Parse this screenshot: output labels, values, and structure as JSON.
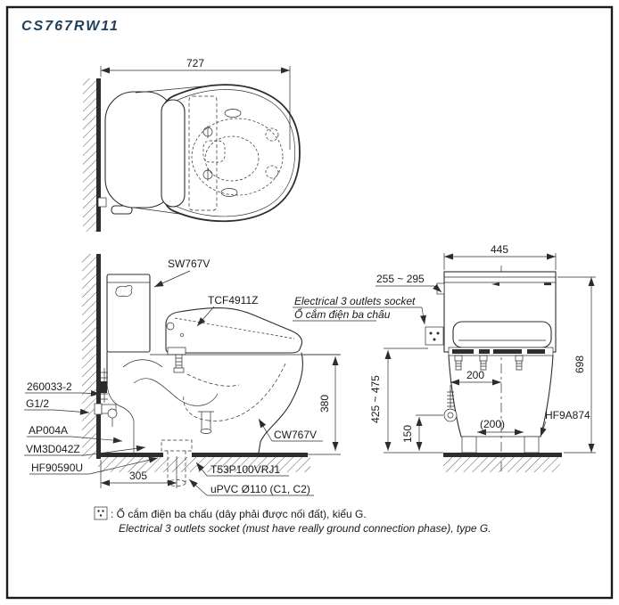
{
  "title": "CS767RW11",
  "colors": {
    "line": "#2d2d2d",
    "text": "#1a1a1a",
    "title": "#20405c",
    "background": "#ffffff"
  },
  "top_view": {
    "width_dim": "727"
  },
  "side_view": {
    "tank_label": "SW767V",
    "washlet_label": "TCF4911Z",
    "bowl_label": "CW767V",
    "supply_hose_label": "260033-2",
    "thread_label": "G1/2",
    "valve_label": "AP004A",
    "fitting_label": "VM3D042Z",
    "flange_label": "HF90590U",
    "drain_joint_label": "T53P100VRJ1",
    "drain_pipe_label": "uPVC Ø110 (C1, C2)",
    "seat_height_dim": "380",
    "rough_in_dim": "305"
  },
  "front_view": {
    "width_dim": "445",
    "supply_height_dim": "255 ~ 295",
    "overall_height_dim": "698",
    "socket_height_dim": "425 ~ 475",
    "supply_offset_dim": "200",
    "bolt_height_dim": "150",
    "bolt_pitch_dim": "(200)",
    "socket_label_en": "Electrical 3 outlets socket",
    "socket_label_vi": "Ổ cắm điện ba chấu",
    "bolt_cap_label": "HF9A874"
  },
  "notes": {
    "line1_vi": ": Ổ cắm điện ba chấu (dây phải được nối đất), kiểu G.",
    "line2_en": "Electrical 3 outlets socket (must have really ground connection phase), type G."
  }
}
